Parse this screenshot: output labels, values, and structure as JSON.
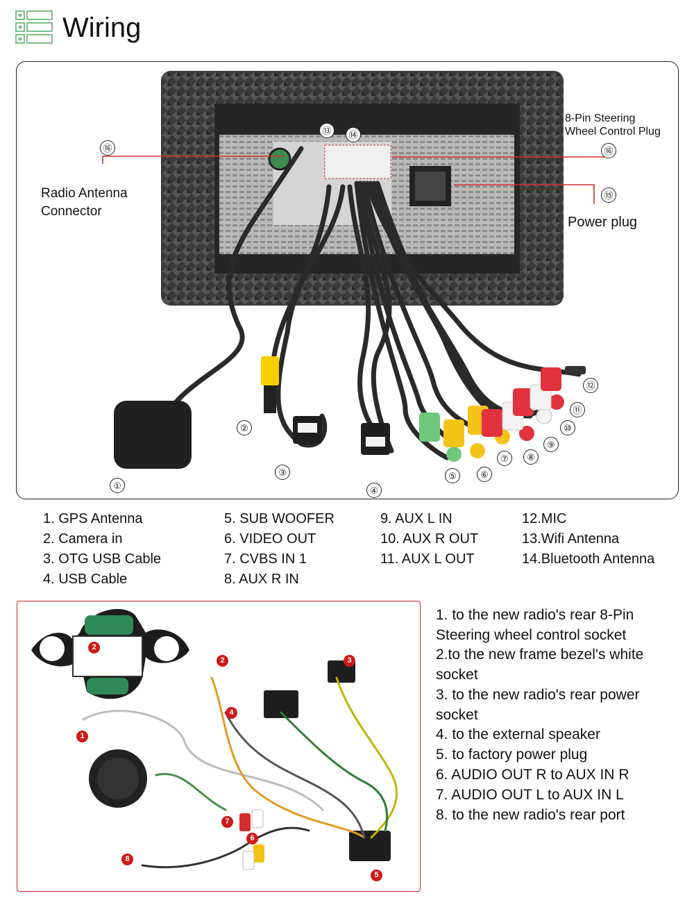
{
  "header": {
    "title": "Wiring",
    "icon": "list-icon"
  },
  "wiring_photo": {
    "callouts": {
      "c1": "①",
      "c2": "②",
      "c3": "③",
      "c4": "④",
      "c5": "⑤",
      "c6": "⑥",
      "c7": "⑦",
      "c8": "⑧",
      "c9": "⑨",
      "c10": "⑩",
      "c11": "⑪",
      "c12": "⑫",
      "c13": "⑬",
      "c14": "⑭",
      "c15": "⑮",
      "c16_left": "⑯",
      "c16_right": "⑯"
    },
    "labels": {
      "radio_antenna": "Radio Antenna",
      "connector": "Connector",
      "steering_line1": "8-Pin Steering",
      "steering_line2": "Wheel Control Plug",
      "power_plug": "Power plug"
    },
    "colors": {
      "callout_line": "#d32f2f",
      "device_body": "#3a3a3a"
    }
  },
  "legend": {
    "col1": [
      "1. GPS Antenna",
      "2. Camera in",
      "3. OTG USB Cable",
      "4. USB Cable"
    ],
    "col2": [
      "5. SUB WOOFER",
      "6. VIDEO OUT",
      "7. CVBS IN 1",
      "8. AUX R IN"
    ],
    "col3": [
      "9. AUX L IN",
      "10. AUX R OUT",
      "11. AUX L OUT"
    ],
    "col4": [
      "12.MIC",
      "13.Wifi Antenna",
      "14.Bluetooth Antenna"
    ]
  },
  "harness": {
    "markers": {
      "m1": "1",
      "m2a": "2",
      "m2b": "2",
      "m3": "3",
      "m4": "4",
      "m5": "5",
      "m6": "6",
      "m7": "7",
      "m8": "8"
    },
    "colors": {
      "marker": "#d01919",
      "border": "#c62828"
    }
  },
  "notes": [
    "1. to the new radio's rear 8-Pin",
    "Steering wheel control socket",
    "2.to the new frame bezel's white",
    "socket",
    "3. to the new radio's rear power",
    "socket",
    "4. to the external speaker",
    "5. to factory power plug",
    "6. AUDIO OUT R to AUX IN R",
    "7. AUDIO OUT L to AUX IN L",
    "8. to the new radio's rear port"
  ]
}
